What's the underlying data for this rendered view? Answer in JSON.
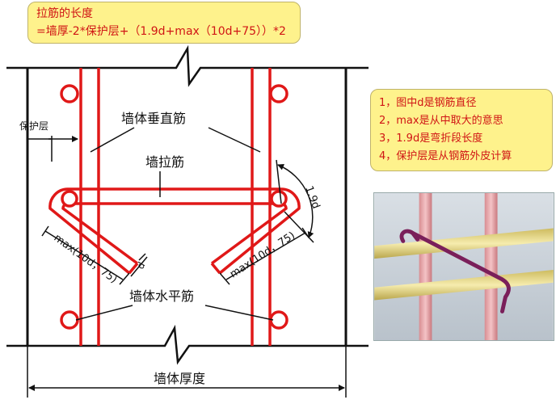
{
  "top_note": {
    "line1": "拉筋的长度",
    "line2": "=墙厚-2*保护层+（1.9d+max（10d+75））*2"
  },
  "side_note": {
    "items": [
      "1，图中d是钢筋直径",
      "2，max是从中取大的意思",
      "3，1.9d是弯折段长度",
      "4，保护层是从钢筋外皮计算"
    ]
  },
  "diagram_labels": {
    "cover": "保护层",
    "vertical_bar": "墙体垂直筋",
    "tie_bar": "墙拉筋",
    "bend_length": "1.9d",
    "hook_left": "max(10d，75)",
    "hook_right": "max(10d，75)",
    "diameter": "d",
    "horizontal_bar": "墙体水平筋",
    "wall_thickness": "墙体厚度"
  },
  "colors": {
    "rebar": "#e01818",
    "note_bg": "#fef28c",
    "note_text": "#d01515",
    "line": "#111111"
  }
}
